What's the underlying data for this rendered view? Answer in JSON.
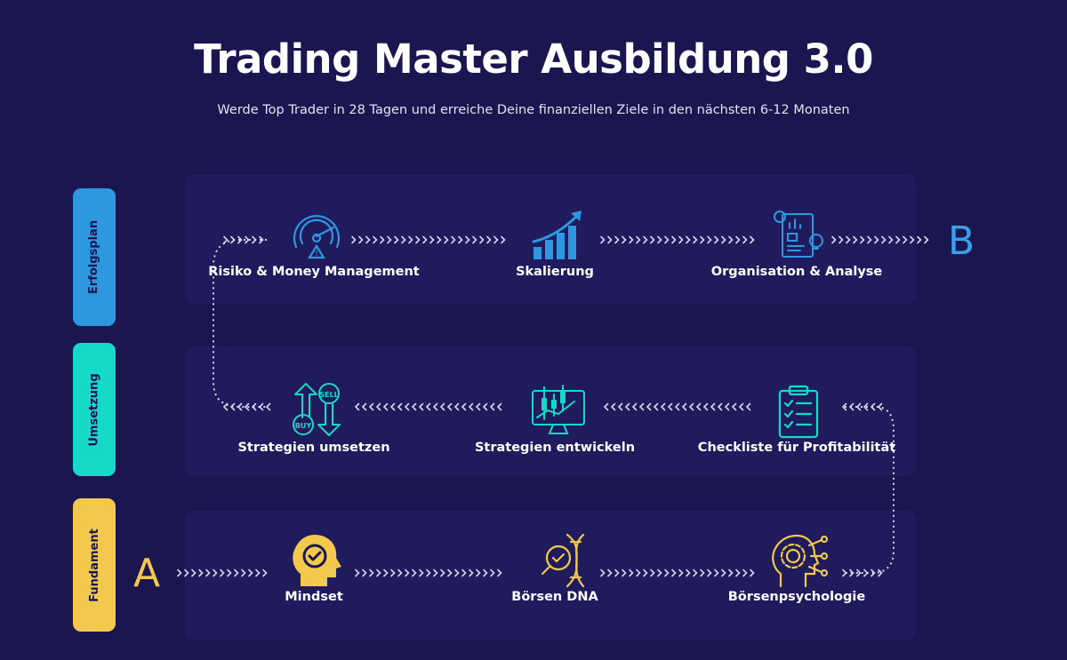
{
  "header": {
    "title": "Trading Master Ausbildung 3.0",
    "subtitle": "Werde Top Trader in 28 Tagen und erreiche Deine finanziellen Ziele in den nächsten 6-12 Monaten"
  },
  "stages": [
    {
      "label": "Erfolgsplan",
      "color": "#2d98e0"
    },
    {
      "label": "Umsetzung",
      "color": "#17d9c8"
    },
    {
      "label": "Fundament",
      "color": "#f2c94c"
    }
  ],
  "endpoints": {
    "start": {
      "label": "A",
      "color": "#f2c94c"
    },
    "end": {
      "label": "B",
      "color": "#3aa0ea"
    }
  },
  "rows": {
    "erfolgsplan": {
      "color": "#2d98e0",
      "steps": [
        {
          "label": "Risiko & Money Management",
          "icon": "gauge-risk-icon"
        },
        {
          "label": "Skalierung",
          "icon": "growth-chart-icon"
        },
        {
          "label": "Organisation & Analyse",
          "icon": "analysis-board-icon"
        }
      ]
    },
    "umsetzung": {
      "color": "#17d9c8",
      "steps": [
        {
          "label": "Strategien umsetzen",
          "icon": "buy-sell-icon"
        },
        {
          "label": "Strategien entwickeln",
          "icon": "candlestick-monitor-icon"
        },
        {
          "label": "Checkliste für Profitabilität",
          "icon": "checklist-clipboard-icon"
        }
      ]
    },
    "fundament": {
      "color": "#f2c94c",
      "steps": [
        {
          "label": "Mindset",
          "icon": "mindset-head-icon"
        },
        {
          "label": "Börsen DNA",
          "icon": "dna-magnifier-icon"
        },
        {
          "label": "Börsenpsychologie",
          "icon": "brain-gear-icon"
        }
      ]
    }
  }
}
